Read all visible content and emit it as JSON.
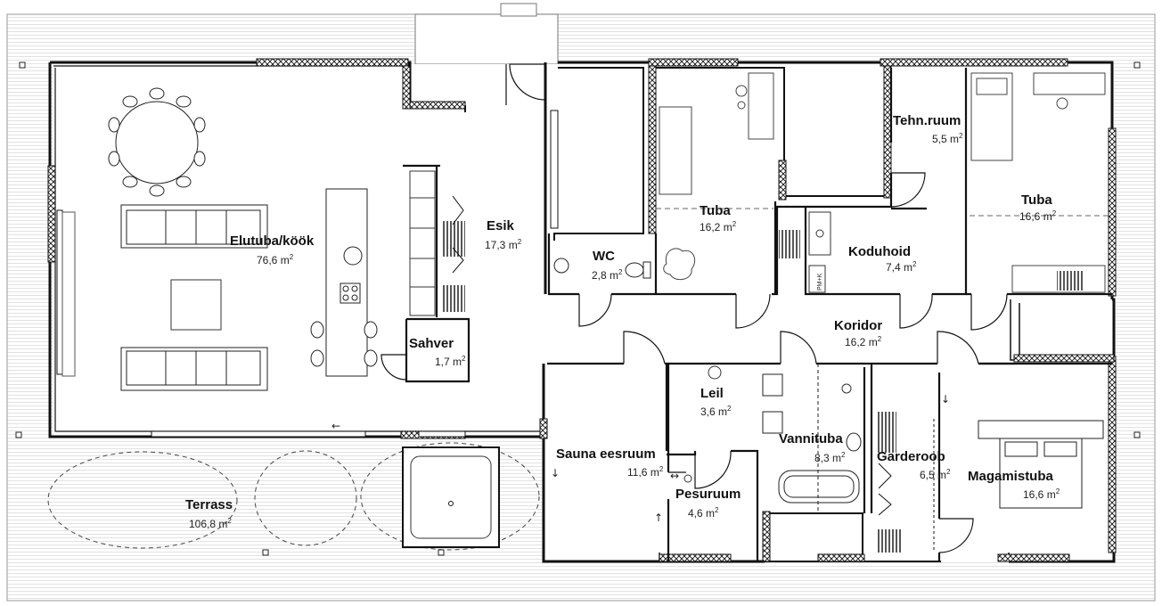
{
  "area_unit": "m",
  "area_unit_exp": "2",
  "rooms": [
    {
      "id": "elutuba",
      "name": "Elutuba/köök",
      "area": "76,6"
    },
    {
      "id": "esik",
      "name": "Esik",
      "area": "17,3"
    },
    {
      "id": "sahver",
      "name": "Sahver",
      "area": "1,7"
    },
    {
      "id": "wc",
      "name": "WC",
      "area": "2,8"
    },
    {
      "id": "tuba1",
      "name": "Tuba",
      "area": "16,2"
    },
    {
      "id": "tehnruum",
      "name": "Tehn.ruum",
      "area": "5,5"
    },
    {
      "id": "tuba2",
      "name": "Tuba",
      "area": "16,6"
    },
    {
      "id": "koduhoid",
      "name": "Koduhoid",
      "area": "7,4"
    },
    {
      "id": "koridor",
      "name": "Koridor",
      "area": "16,2"
    },
    {
      "id": "leil",
      "name": "Leil",
      "area": "3,6"
    },
    {
      "id": "saunaeesruum",
      "name": "Sauna eesruum",
      "area": "11,6"
    },
    {
      "id": "pesuruum",
      "name": "Pesuruum",
      "area": "4,6"
    },
    {
      "id": "vannituba",
      "name": "Vannituba",
      "area": "8,3"
    },
    {
      "id": "garderoob",
      "name": "Garderoob",
      "area": "6,5"
    },
    {
      "id": "magamistuba",
      "name": "Magamistuba",
      "area": "16,6"
    },
    {
      "id": "terrass",
      "name": "Terrass",
      "area": "106,8"
    }
  ],
  "appliance_label": "PM+K"
}
